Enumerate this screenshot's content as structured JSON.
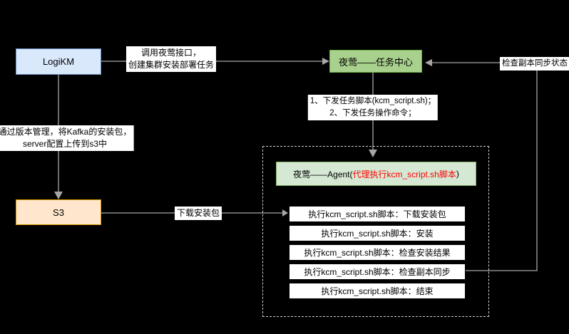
{
  "diagram": {
    "background": "#000000",
    "colors": {
      "logikm_bg": "#dae8fc",
      "logikm_border": "#6c8ebf",
      "s3_bg": "#ffe6cc",
      "s3_border": "#d79b00",
      "task_center_bg": "#a9d18e",
      "task_center_border": "#70ad47",
      "agent_bg": "#d5e8d4",
      "agent_border": "#82b366",
      "agent_highlight_text": "#ff0000",
      "step_bg": "#ffffff",
      "step_border": "#000000",
      "label_bg": "#ffffff",
      "connector": "#a6a6a6",
      "dashed_border": "#cdcdcd"
    },
    "nodes": {
      "logikm": "LogiKM",
      "s3": "S3",
      "task_center": "夜莺——任务中心",
      "agent_prefix": "夜莺——Agent(",
      "agent_highlight": "代理执行kcm_script.sh脚本",
      "agent_suffix": ")"
    },
    "labels": {
      "call_api": "调用夜莺接口，\n创建集群安装部署任务",
      "dispatch": "1、下发任务脚本(kcm_script.sh)；\n2、下发任务操作命令；",
      "upload": "通过版本管理，将Kafka的安装包，\nserver配置上传到s3中",
      "download": "下载安装包",
      "check_sync": "检查副本同步状态"
    },
    "steps": [
      "执行kcm_script.sh脚本：下载安装包",
      "执行kcm_script.sh脚本：安装",
      "执行kcm_script.sh脚本：检查安装结果",
      "执行kcm_script.sh脚本：检查副本同步",
      "执行kcm_script.sh脚本：结束"
    ]
  }
}
